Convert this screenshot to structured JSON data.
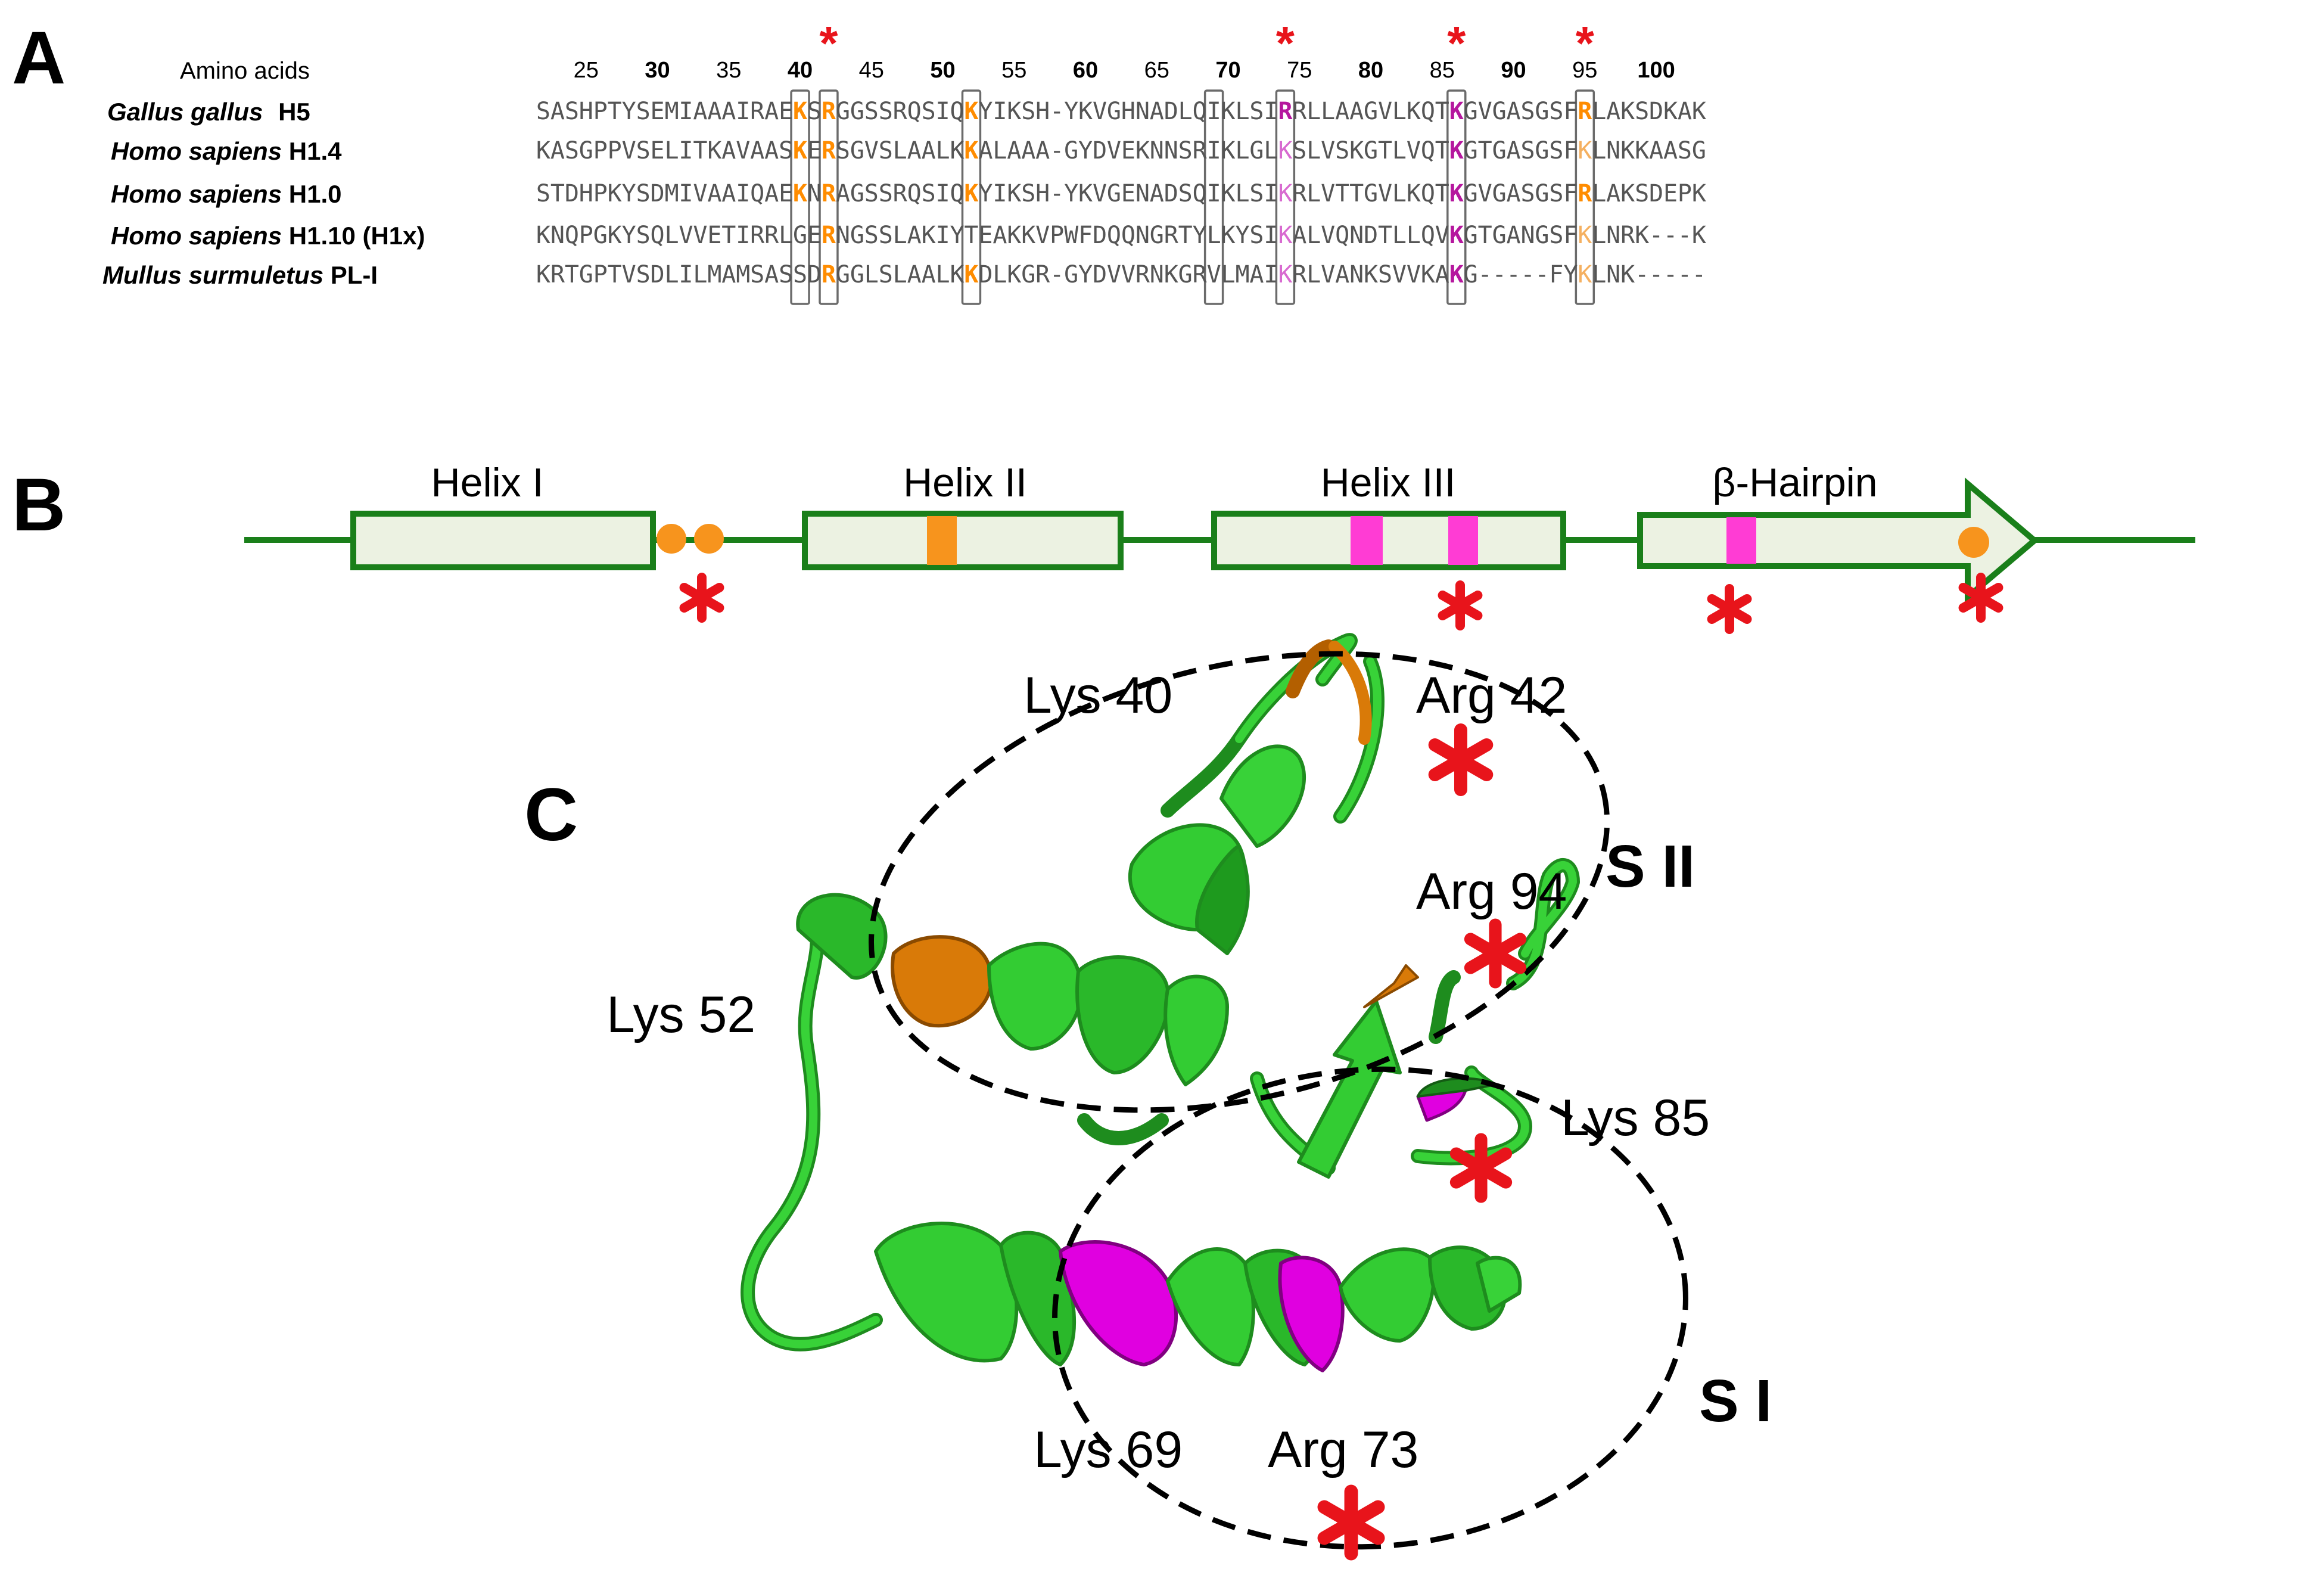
{
  "panel_a": {
    "label": "A",
    "header": "Amino acids",
    "ticks": [
      "25",
      "30",
      "35",
      "40",
      "45",
      "50",
      "55",
      "60",
      "65",
      "70",
      "75",
      "80",
      "85",
      "90",
      "95",
      "100"
    ],
    "species": [
      {
        "genus": "Gallus gallus",
        "variant": "H5",
        "seq": "SASHPTYSEMIAAAIRAEKSRGGSSRQSIQKYIKSH-YKVGHNADLQIKLSIRRLLAAGVLKQTKGVGASGSFRLAKSDKAK"
      },
      {
        "genus": "Homo sapiens",
        "variant": "H1.4",
        "seq": "KASGPPVSELITKAVAASKERSGVSLAALKKALAAA-GYDVEKNNSRIKLGLKSLVSKGTLVQTKGTGASGSFKLNKKAASG"
      },
      {
        "genus": "Homo sapiens",
        "variant": "H1.0",
        "seq": "STDHPKYSDMIVAAIQAEKNRAGSSRQSIQKYIKSH-YKVGENADSQIKLSIKRLVTTGVLKQTKGVGASGSFRLAKSDEPK"
      },
      {
        "genus": "Homo sapiens",
        "variant": "H1.10 (H1x)",
        "seq": "KNQPGKYSQLVVETIRRLGERNGSSLAKIYTEAKKVPWFDQQNGRTYLKYSIKALVQNDTLLQVKGTGANGSFKLNRK---K"
      },
      {
        "genus": "Mullus surmuletus",
        "variant": "PL-I",
        "seq": "KRTGPTVSDLILMAMSASSDRGGLSLAALKKDLKGR-GYDVVRNKGRVLMAIKRLVANKSVVKAKG-----FYKLNK-----"
      }
    ],
    "highlight_columns": [
      18,
      20,
      30,
      47,
      52,
      64,
      73
    ],
    "star_columns": [
      20,
      52,
      64,
      73
    ],
    "colors": {
      "orange": "#ff8c00",
      "magenta": "#b5179e",
      "pale_orange": "#f5b060",
      "pale_magenta": "#d86ad0",
      "star": "#e8141b"
    }
  },
  "panel_b": {
    "label": "B",
    "elements": [
      "Helix I",
      "Helix II",
      "Helix III",
      "β-Hairpin"
    ],
    "colors": {
      "line": "#1a7f1a",
      "fill": "#ecf2e2",
      "orange": "#f7941d",
      "magenta": "#ff3cd4"
    }
  },
  "panel_c": {
    "label": "C",
    "site_labels": [
      "S II",
      "S I"
    ],
    "residues": [
      "Lys 40",
      "Arg 42",
      "Arg 94",
      "Lys 52",
      "Lys 85",
      "Lys 69",
      "Arg 73"
    ],
    "colors": {
      "ribbon": "#33cc33",
      "ribbon_dark": "#1e8c1e",
      "orange": "#d97a08",
      "magenta": "#e000e0"
    }
  }
}
